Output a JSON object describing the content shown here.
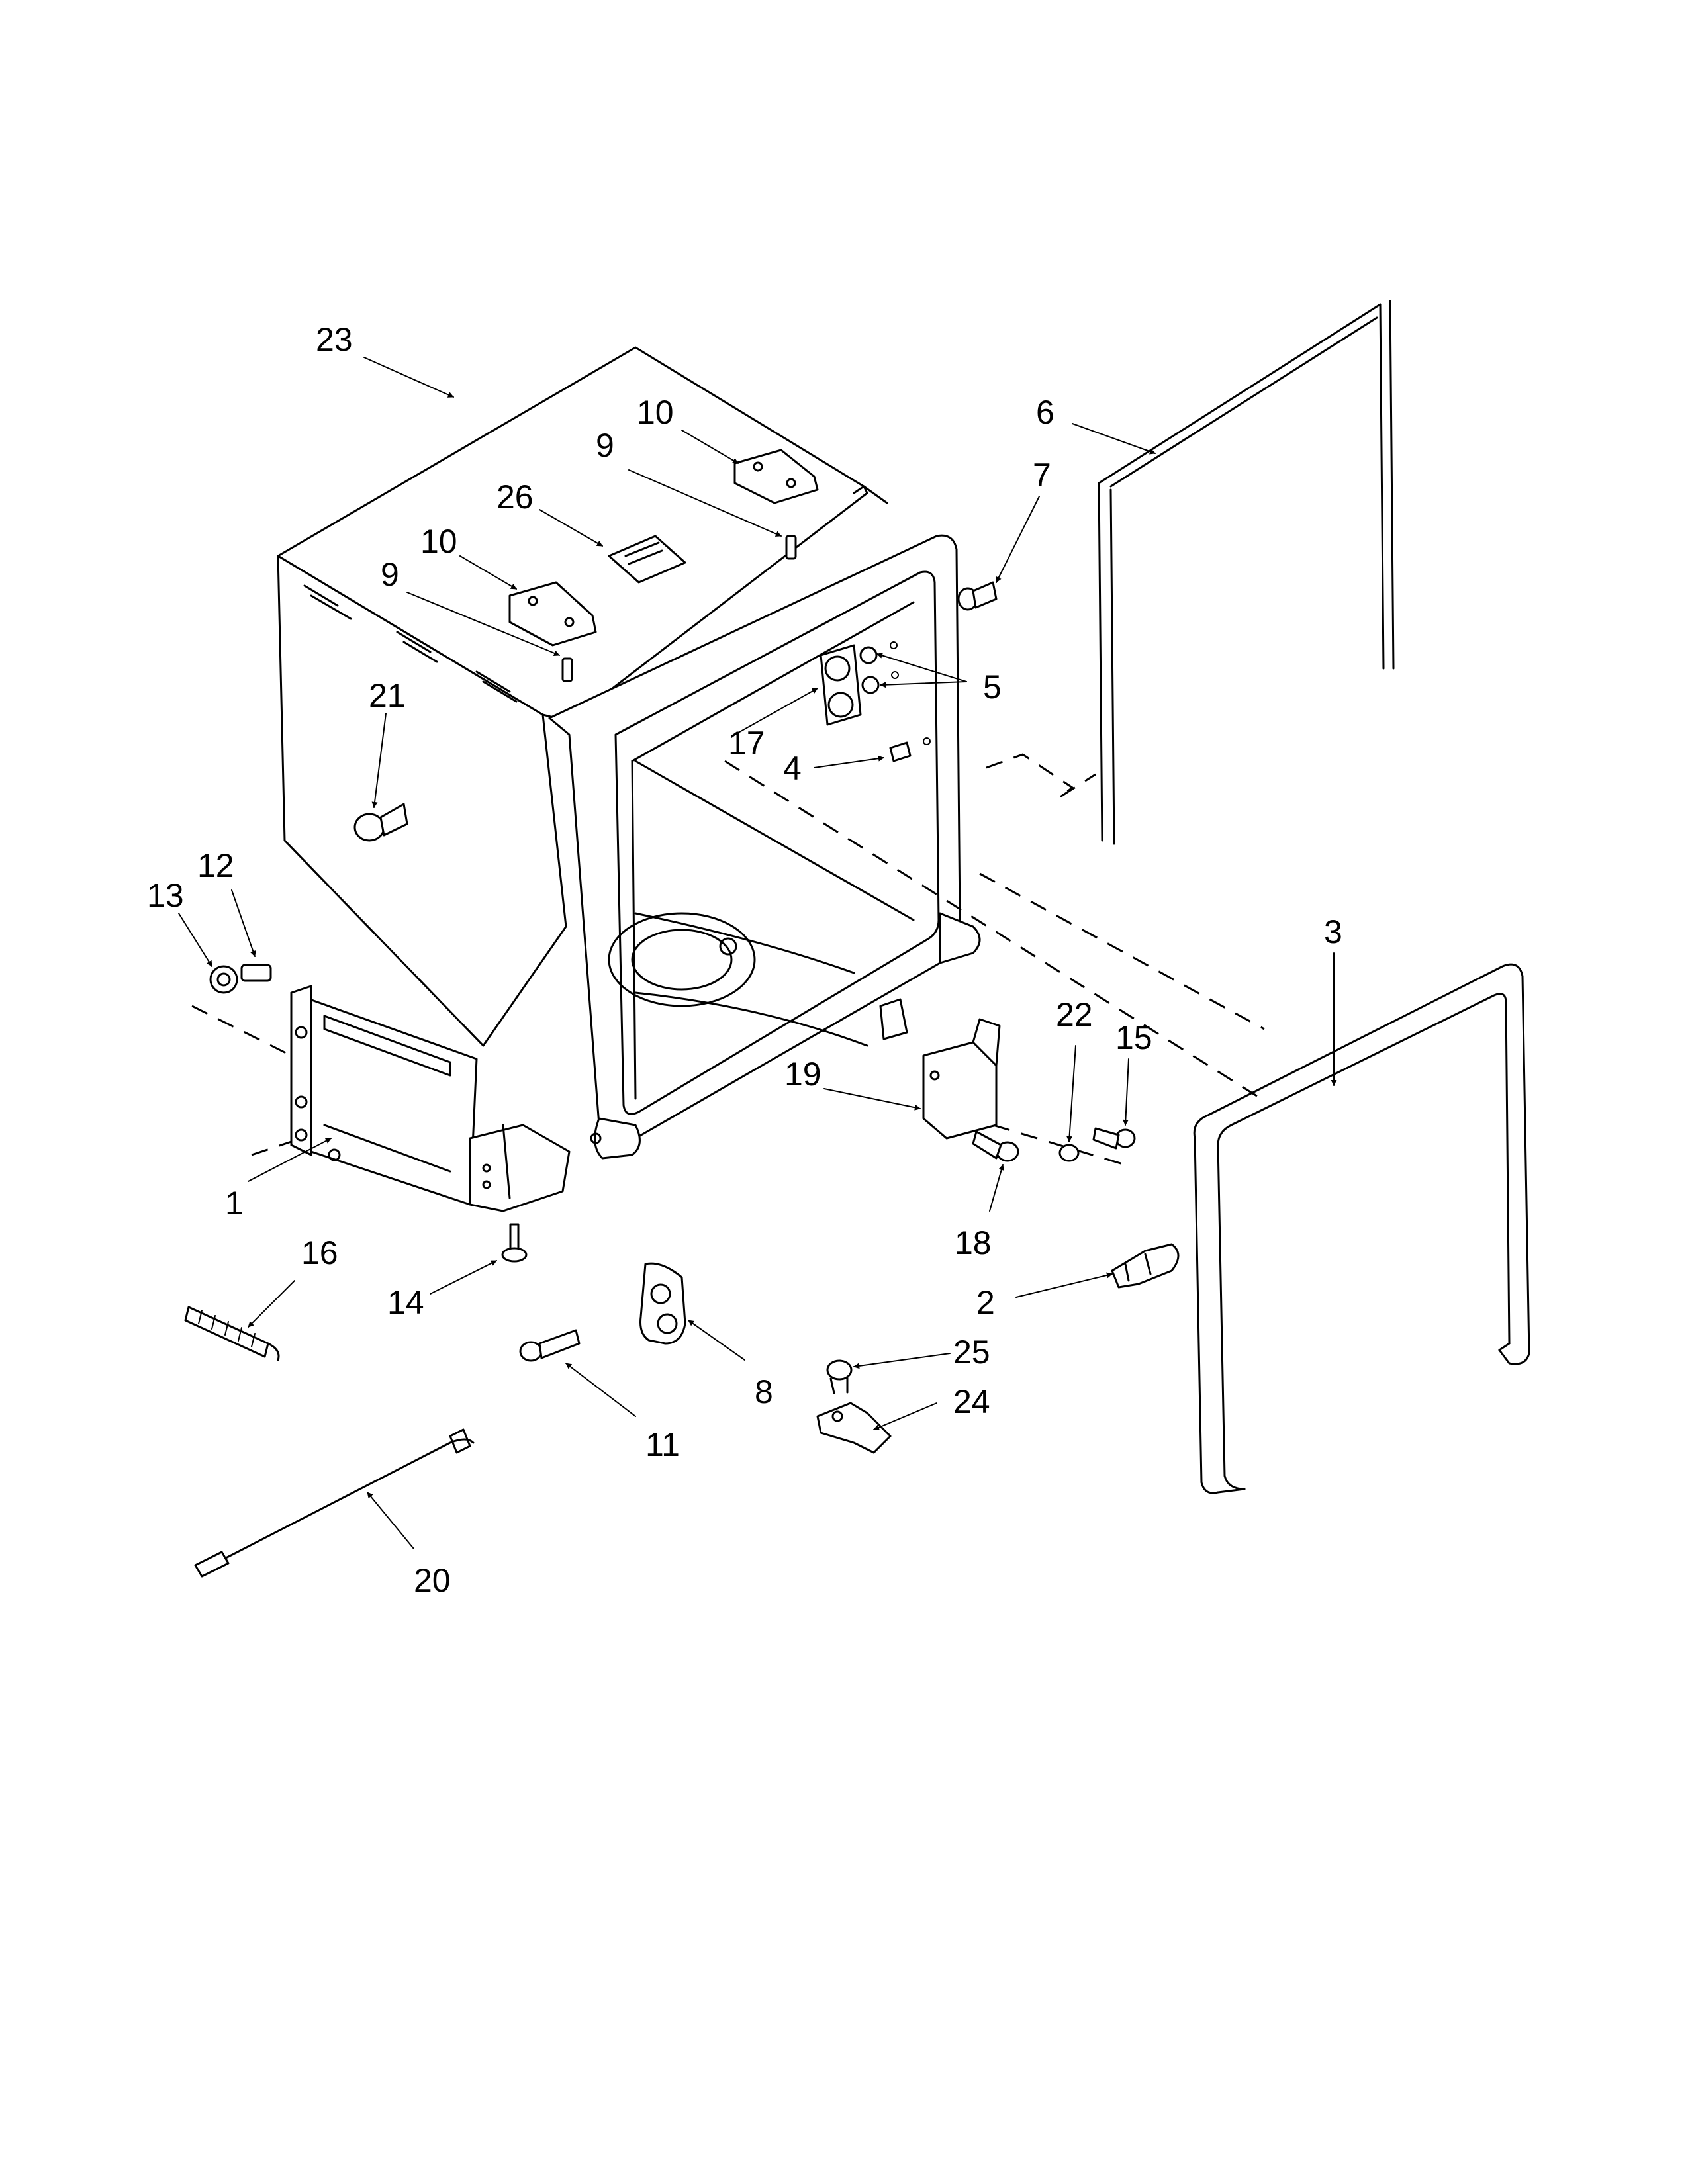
{
  "callouts": [
    {
      "id": "23",
      "text": "23"
    },
    {
      "id": "10a",
      "text": "10"
    },
    {
      "id": "9a",
      "text": "9"
    },
    {
      "id": "26",
      "text": "26"
    },
    {
      "id": "10b",
      "text": "10"
    },
    {
      "id": "9b",
      "text": "9"
    },
    {
      "id": "21",
      "text": "21"
    },
    {
      "id": "12",
      "text": "12"
    },
    {
      "id": "13",
      "text": "13"
    },
    {
      "id": "1",
      "text": "1"
    },
    {
      "id": "16",
      "text": "16"
    },
    {
      "id": "14",
      "text": "14"
    },
    {
      "id": "11",
      "text": "11"
    },
    {
      "id": "8",
      "text": "8"
    },
    {
      "id": "20",
      "text": "20"
    },
    {
      "id": "6",
      "text": "6"
    },
    {
      "id": "7",
      "text": "7"
    },
    {
      "id": "5",
      "text": "5"
    },
    {
      "id": "17",
      "text": "17"
    },
    {
      "id": "4",
      "text": "4"
    },
    {
      "id": "3",
      "text": "3"
    },
    {
      "id": "22",
      "text": "22"
    },
    {
      "id": "15",
      "text": "15"
    },
    {
      "id": "19",
      "text": "19"
    },
    {
      "id": "18",
      "text": "18"
    },
    {
      "id": "2",
      "text": "2"
    },
    {
      "id": "25",
      "text": "25"
    },
    {
      "id": "24",
      "text": "24"
    }
  ]
}
